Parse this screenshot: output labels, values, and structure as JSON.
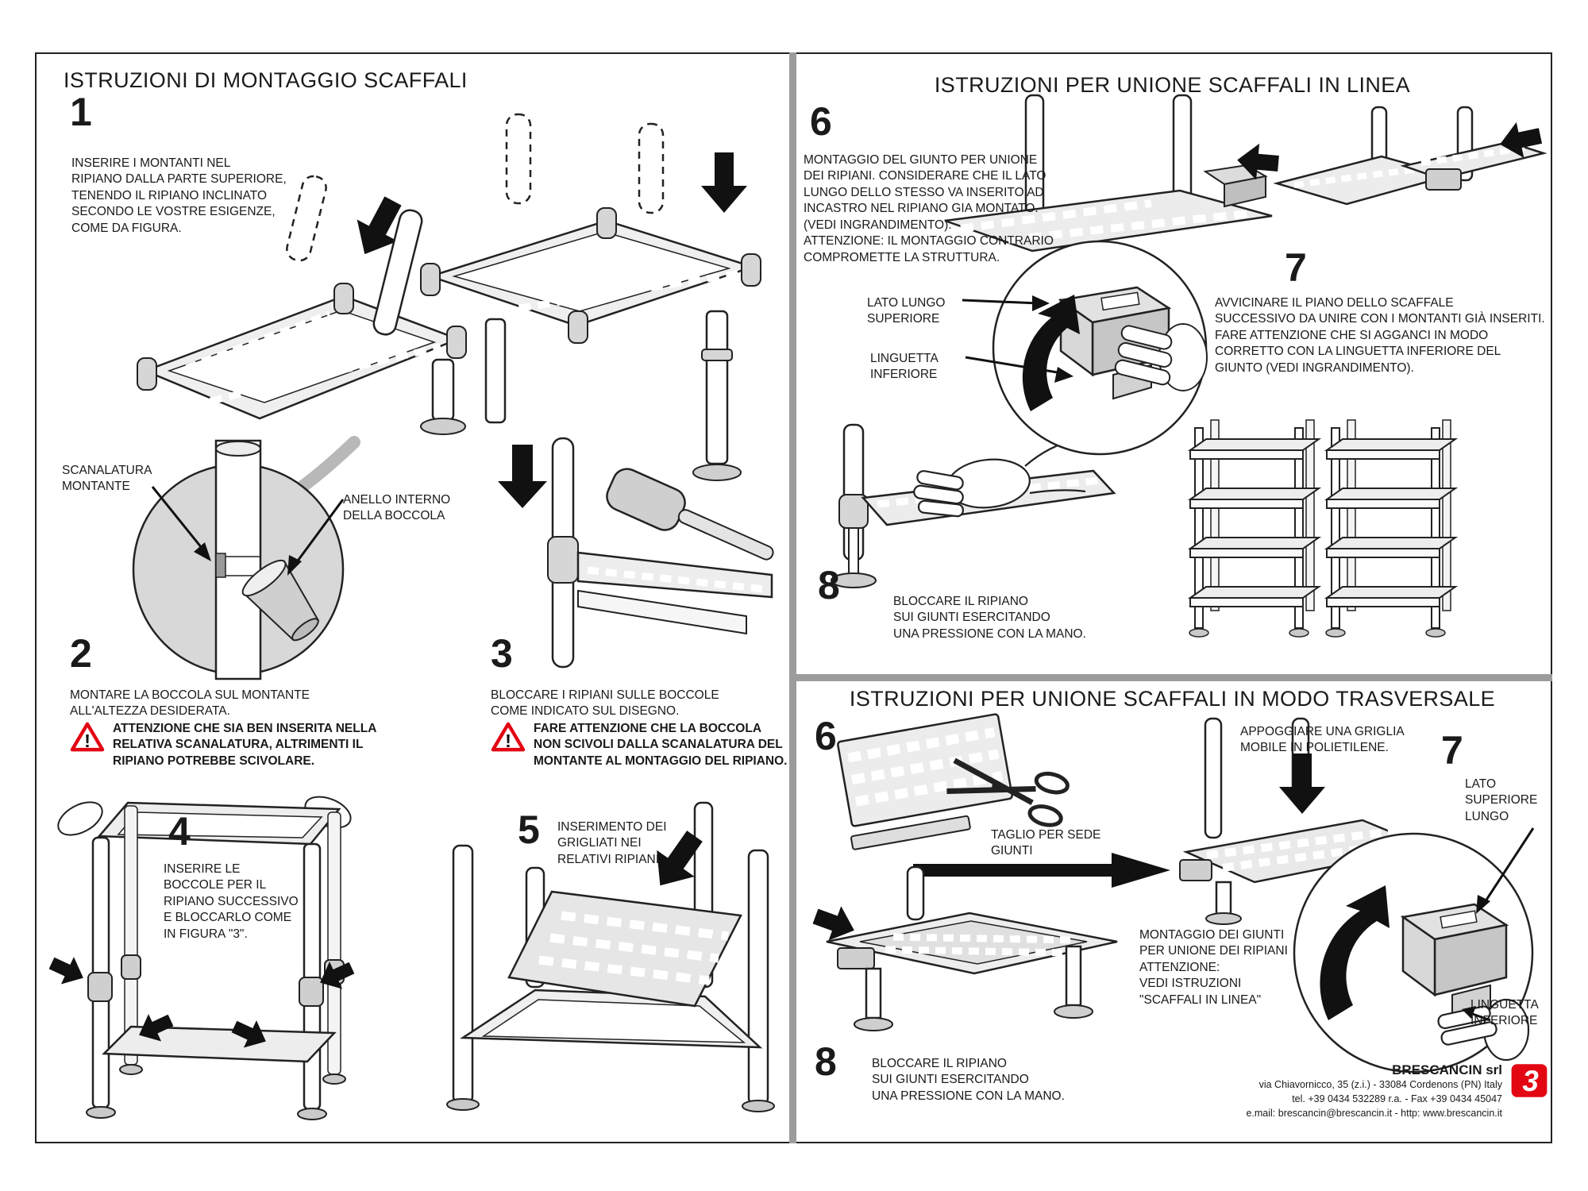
{
  "colors": {
    "accent_red": "#e30613",
    "divider_gray": "#9c9c9c",
    "ink": "#1a1a1a"
  },
  "left": {
    "title": "ISTRUZIONI DI MONTAGGIO SCAFFALI",
    "step1_num": "1",
    "step1_text": "INSERIRE I MONTANTI NEL\nRIPIANO DALLA PARTE SUPERIORE,\nTENENDO IL RIPIANO INCLINATO\nSECONDO LE VOSTRE ESIGENZE,\nCOME DA FIGURA.",
    "label_scanalatura": "SCANALATURA\nMONTANTE",
    "label_anello": "ANELLO INTERNO\nDELLA BOCCOLA",
    "step2_num": "2",
    "step2_text": "MONTARE LA BOCCOLA SUL MONTANTE\nALL'ALTEZZA DESIDERATA.",
    "step2_warning": "ATTENZIONE CHE SIA BEN INSERITA NELLA\nRELATIVA SCANALATURA, ALTRIMENTI IL\nRIPIANO POTREBBE SCIVOLARE.",
    "step3_num": "3",
    "step3_text": "BLOCCARE I RIPIANI SULLE BOCCOLE\nCOME INDICATO SUL DISEGNO.",
    "step3_warning": "FARE ATTENZIONE CHE LA BOCCOLA\nNON SCIVOLI DALLA SCANALATURA DEL\nMONTANTE AL MONTAGGIO DEL RIPIANO.",
    "step4_num": "4",
    "step4_text": "INSERIRE LE\nBOCCOLE PER IL\nRIPIANO SUCCESSIVO\nE BLOCCARLO COME\nIN FIGURA \"3\".",
    "step5_num": "5",
    "step5_text": "INSERIMENTO DEI\nGRIGLIATI NEI\nRELATIVI RIPIANI"
  },
  "right_top": {
    "title": "ISTRUZIONI PER UNIONE SCAFFALI IN LINEA",
    "step6_num": "6",
    "step6_text": "MONTAGGIO DEL GIUNTO PER UNIONE\nDEI RIPIANI. CONSIDERARE CHE IL LATO\nLUNGO DELLO STESSO VA INSERITO AD\nINCASTRO NEL RIPIANO GIA MONTATO.\n(VEDI INGRANDIMENTO).\nATTENZIONE: IL MONTAGGIO CONTRARIO\nCOMPROMETTE LA STRUTTURA.",
    "label_lato_lungo": "LATO LUNGO\nSUPERIORE",
    "label_linguetta": "LINGUETTA\nINFERIORE",
    "step7_num": "7",
    "step7_text": "AVVICINARE IL PIANO DELLO SCAFFALE\nSUCCESSIVO DA UNIRE CON I MONTANTI GIÀ INSERITI.\nFARE ATTENZIONE CHE SI AGGANCI IN MODO\nCORRETTO CON LA LINGUETTA INFERIORE DEL\nGIUNTO (VEDI INGRANDIMENTO).",
    "step8_num": "8",
    "step8_text": "BLOCCARE IL RIPIANO\nSUI GIUNTI ESERCITANDO\nUNA PRESSIONE CON LA MANO."
  },
  "right_bottom": {
    "title": "ISTRUZIONI PER UNIONE SCAFFALI IN MODO TRASVERSALE",
    "step6_num": "6",
    "label_taglio": "TAGLIO PER SEDE\nGIUNTI",
    "label_appoggiare": "APPOGGIARE UNA GRIGLIA\nMOBILE IN POLIETILENE.",
    "step7_num": "7",
    "label_lato_superiore": "LATO\nSUPERIORE\nLUNGO",
    "text_montaggio": "MONTAGGIO DEI GIUNTI\nPER UNIONE DEI RIPIANI\nATTENZIONE:\nVEDI ISTRUZIONI\n\"SCAFFALI IN LINEA\"",
    "label_linguetta": "LINGUETTA\nINFERIORE",
    "step8_num": "8",
    "step8_text": "BLOCCARE IL RIPIANO\nSUI GIUNTI ESERCITANDO\nUNA PRESSIONE CON LA MANO."
  },
  "footer": {
    "company": "BRESCANCIN srl",
    "address": "via Chiavornicco, 35 (z.i.) - 33084 Cordenons (PN) Italy",
    "phone": "tel. +39 0434 532289 r.a. - Fax +39 0434 45047",
    "email": "e.mail: brescancin@brescancin.it - http: www.brescancin.it"
  }
}
